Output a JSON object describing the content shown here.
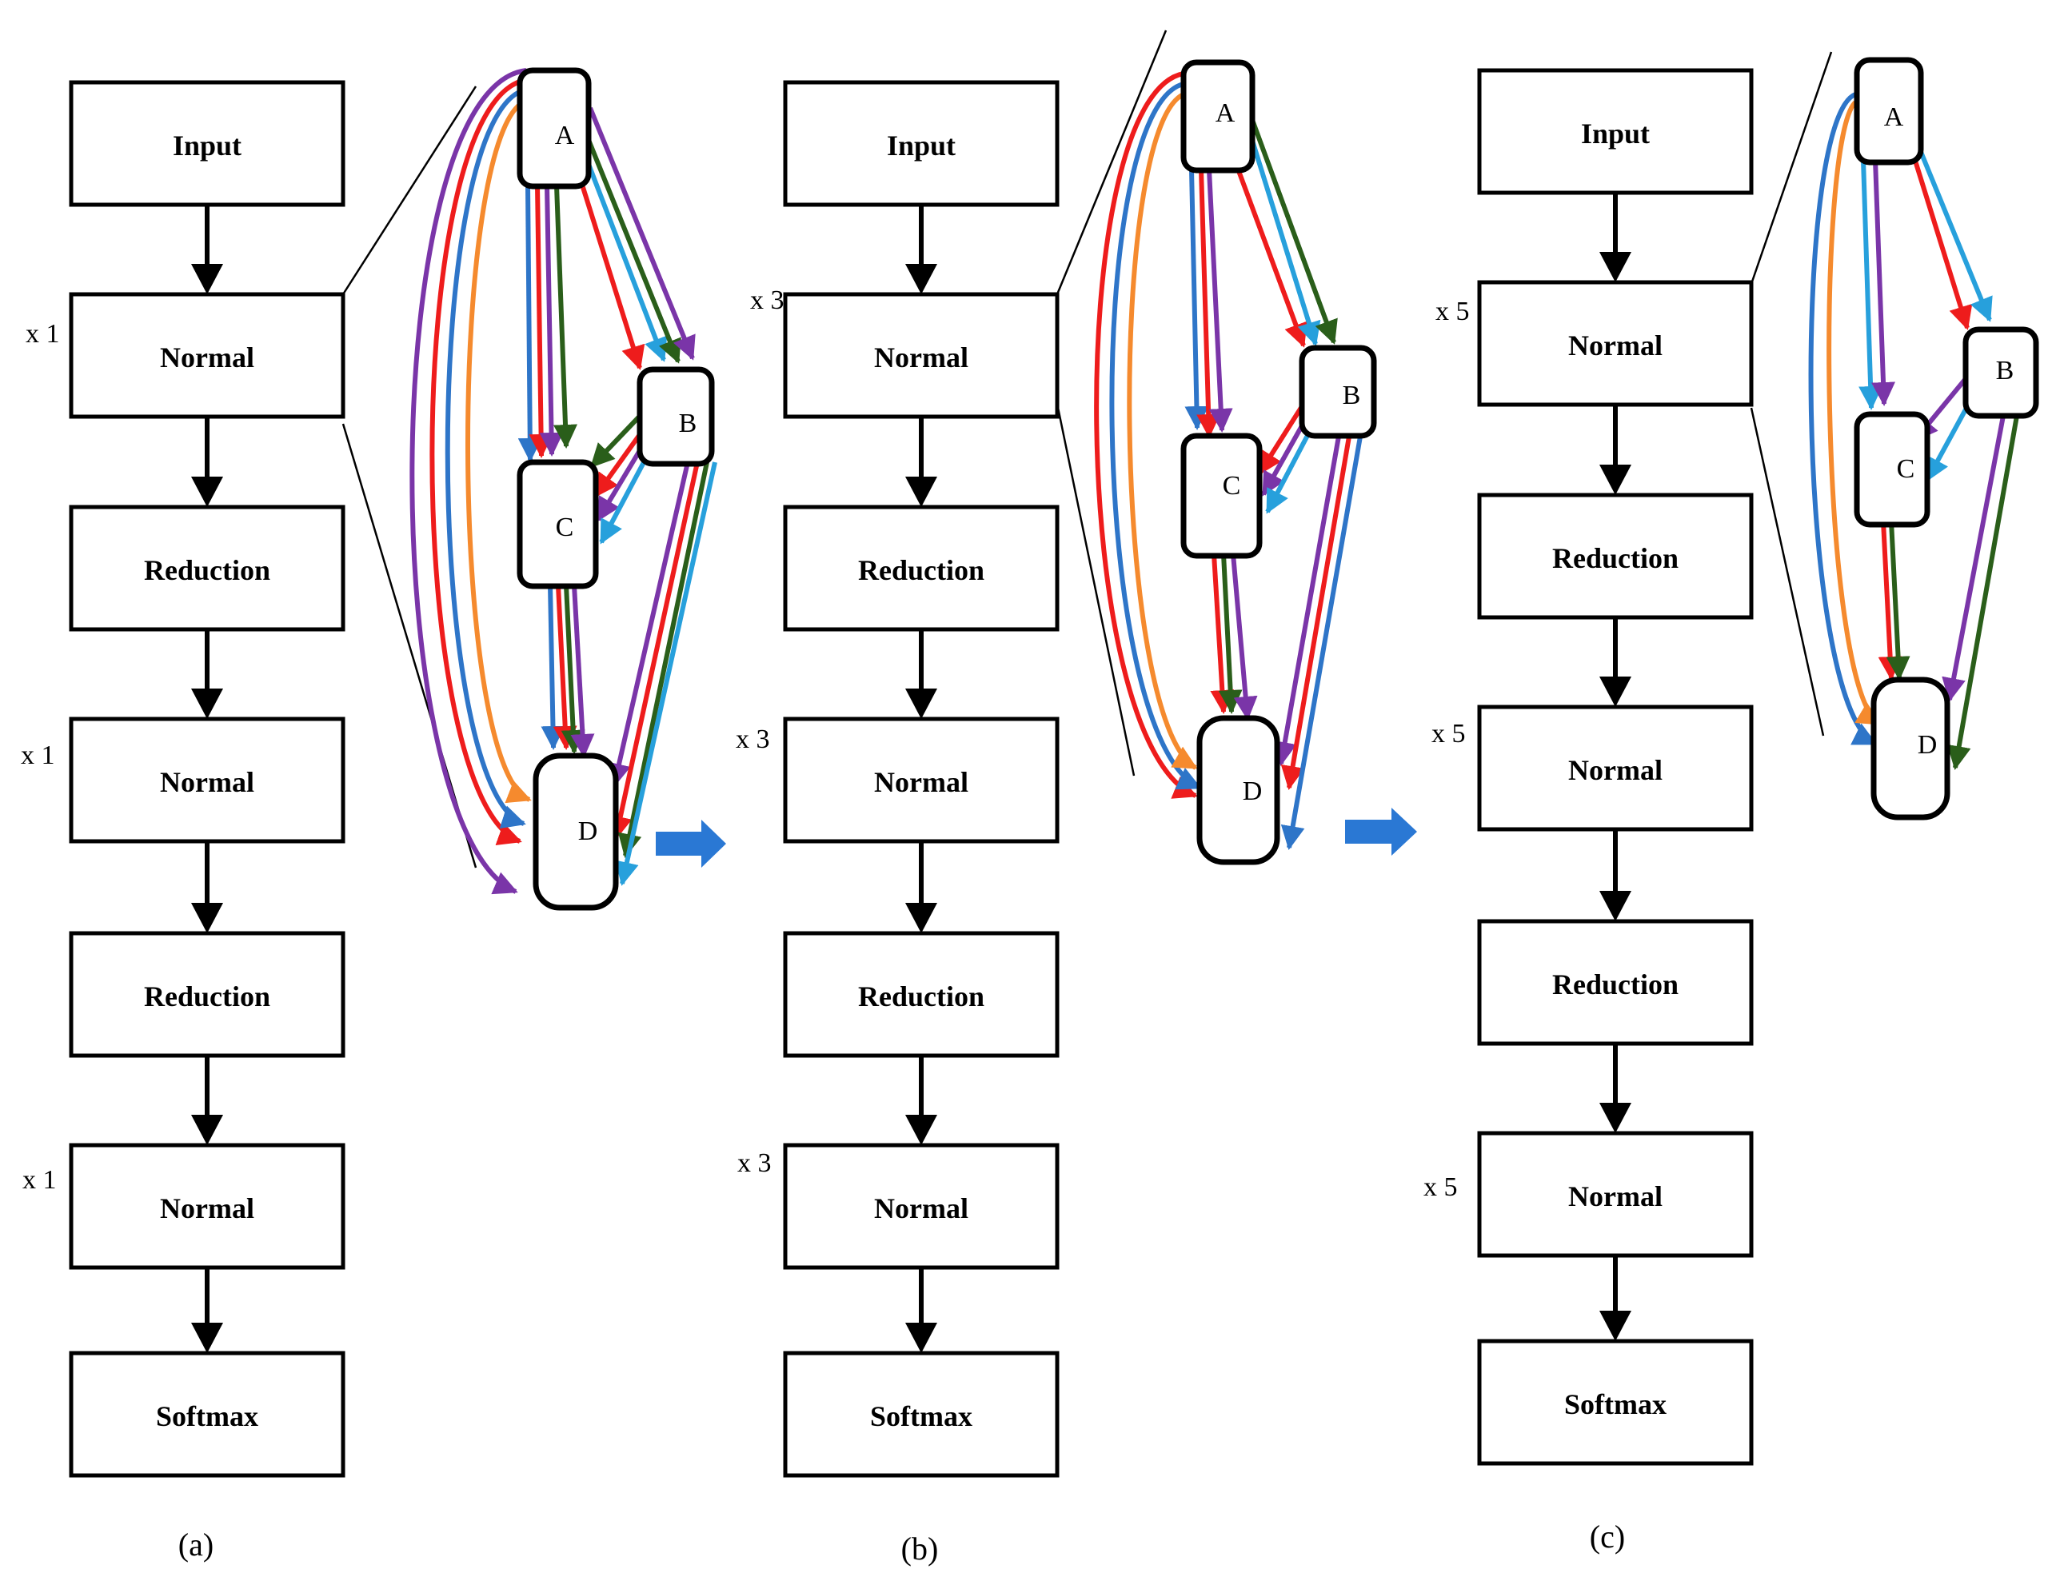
{
  "diagram": {
    "panels": [
      {
        "caption": "(a)",
        "blocks": [
          "Input",
          "Normal",
          "Reduction",
          "Normal",
          "Reduction",
          "Normal",
          "Softmax"
        ],
        "repeats": [
          "x 1",
          "x 1",
          "x 1"
        ]
      },
      {
        "caption": "(b)",
        "blocks": [
          "Input",
          "Normal",
          "Reduction",
          "Normal",
          "Reduction",
          "Normal",
          "Softmax"
        ],
        "repeats": [
          "x 3",
          "x 3",
          "x 3"
        ]
      },
      {
        "caption": "(c)",
        "blocks": [
          "Input",
          "Normal",
          "Reduction",
          "Normal",
          "Reduction",
          "Normal",
          "Softmax"
        ],
        "repeats": [
          "x 5",
          "x 5",
          "x 5"
        ]
      }
    ],
    "cell_nodes": [
      "A",
      "B",
      "C",
      "D"
    ],
    "edge_colors": {
      "red": "#ee1c1c",
      "orange": "#f58a2e",
      "blue": "#2e75c8",
      "light_blue": "#27a0dc",
      "purple": "#7a35a8",
      "green": "#2a5e1a"
    },
    "transition_arrow_color": "#2a78d4"
  }
}
